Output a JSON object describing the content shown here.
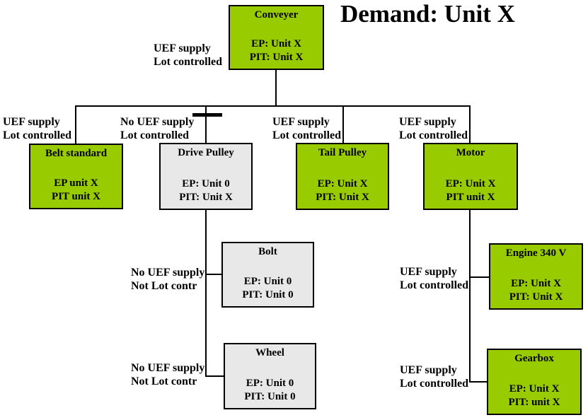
{
  "title": "Demand: Unit X",
  "colors": {
    "node_green": "#99CC00",
    "node_gray": "#E8E8E8",
    "border": "#000000",
    "background": "#FFFFFF"
  },
  "nodes": [
    {
      "name": "Conveyer",
      "ep": "EP: Unit X",
      "pit": "PIT: Unit X",
      "variant": "green"
    },
    {
      "name": "Belt standard",
      "ep": "EP unit X",
      "pit": "PIT unit X",
      "variant": "green"
    },
    {
      "name": "Drive Pulley",
      "ep": "EP: Unit 0",
      "pit": "PIT: Unit X",
      "variant": "gray"
    },
    {
      "name": "Tail Pulley",
      "ep": "EP: Unit X",
      "pit": "PIT: Unit X",
      "variant": "green"
    },
    {
      "name": "Motor",
      "ep": "EP: Unit X",
      "pit": "PIT unit X",
      "variant": "green"
    },
    {
      "name": "Bolt",
      "ep": "EP: Unit 0",
      "pit": "PIT: Unit 0",
      "variant": "gray"
    },
    {
      "name": "Wheel",
      "ep": "EP: Unit 0",
      "pit": "PIT: Unit 0",
      "variant": "gray"
    },
    {
      "name": "Engine 340 V",
      "ep": "EP: Unit X",
      "pit": "PIT: Unit X",
      "variant": "green"
    },
    {
      "name": "Gearbox",
      "ep": "EP: Unit X",
      "pit": "PIT: unit X",
      "variant": "green"
    }
  ],
  "edge_labels": [
    {
      "line1": "UEF supply",
      "line2": "Lot controlled"
    },
    {
      "line1": "UEF supply",
      "line2": "Lot controlled"
    },
    {
      "line1": "No UEF supply",
      "line2": "Lot controlled"
    },
    {
      "line1": "UEF supply",
      "line2": "Lot controlled"
    },
    {
      "line1": "UEF supply",
      "line2": "Lot controlled"
    },
    {
      "line1": "No UEF supply",
      "line2": "Not Lot contr"
    },
    {
      "line1": "No UEF supply",
      "line2": "Not Lot contr"
    },
    {
      "line1": "UEF supply",
      "line2": "Lot controlled"
    },
    {
      "line1": "UEF supply",
      "line2": "Lot controlled"
    }
  ]
}
